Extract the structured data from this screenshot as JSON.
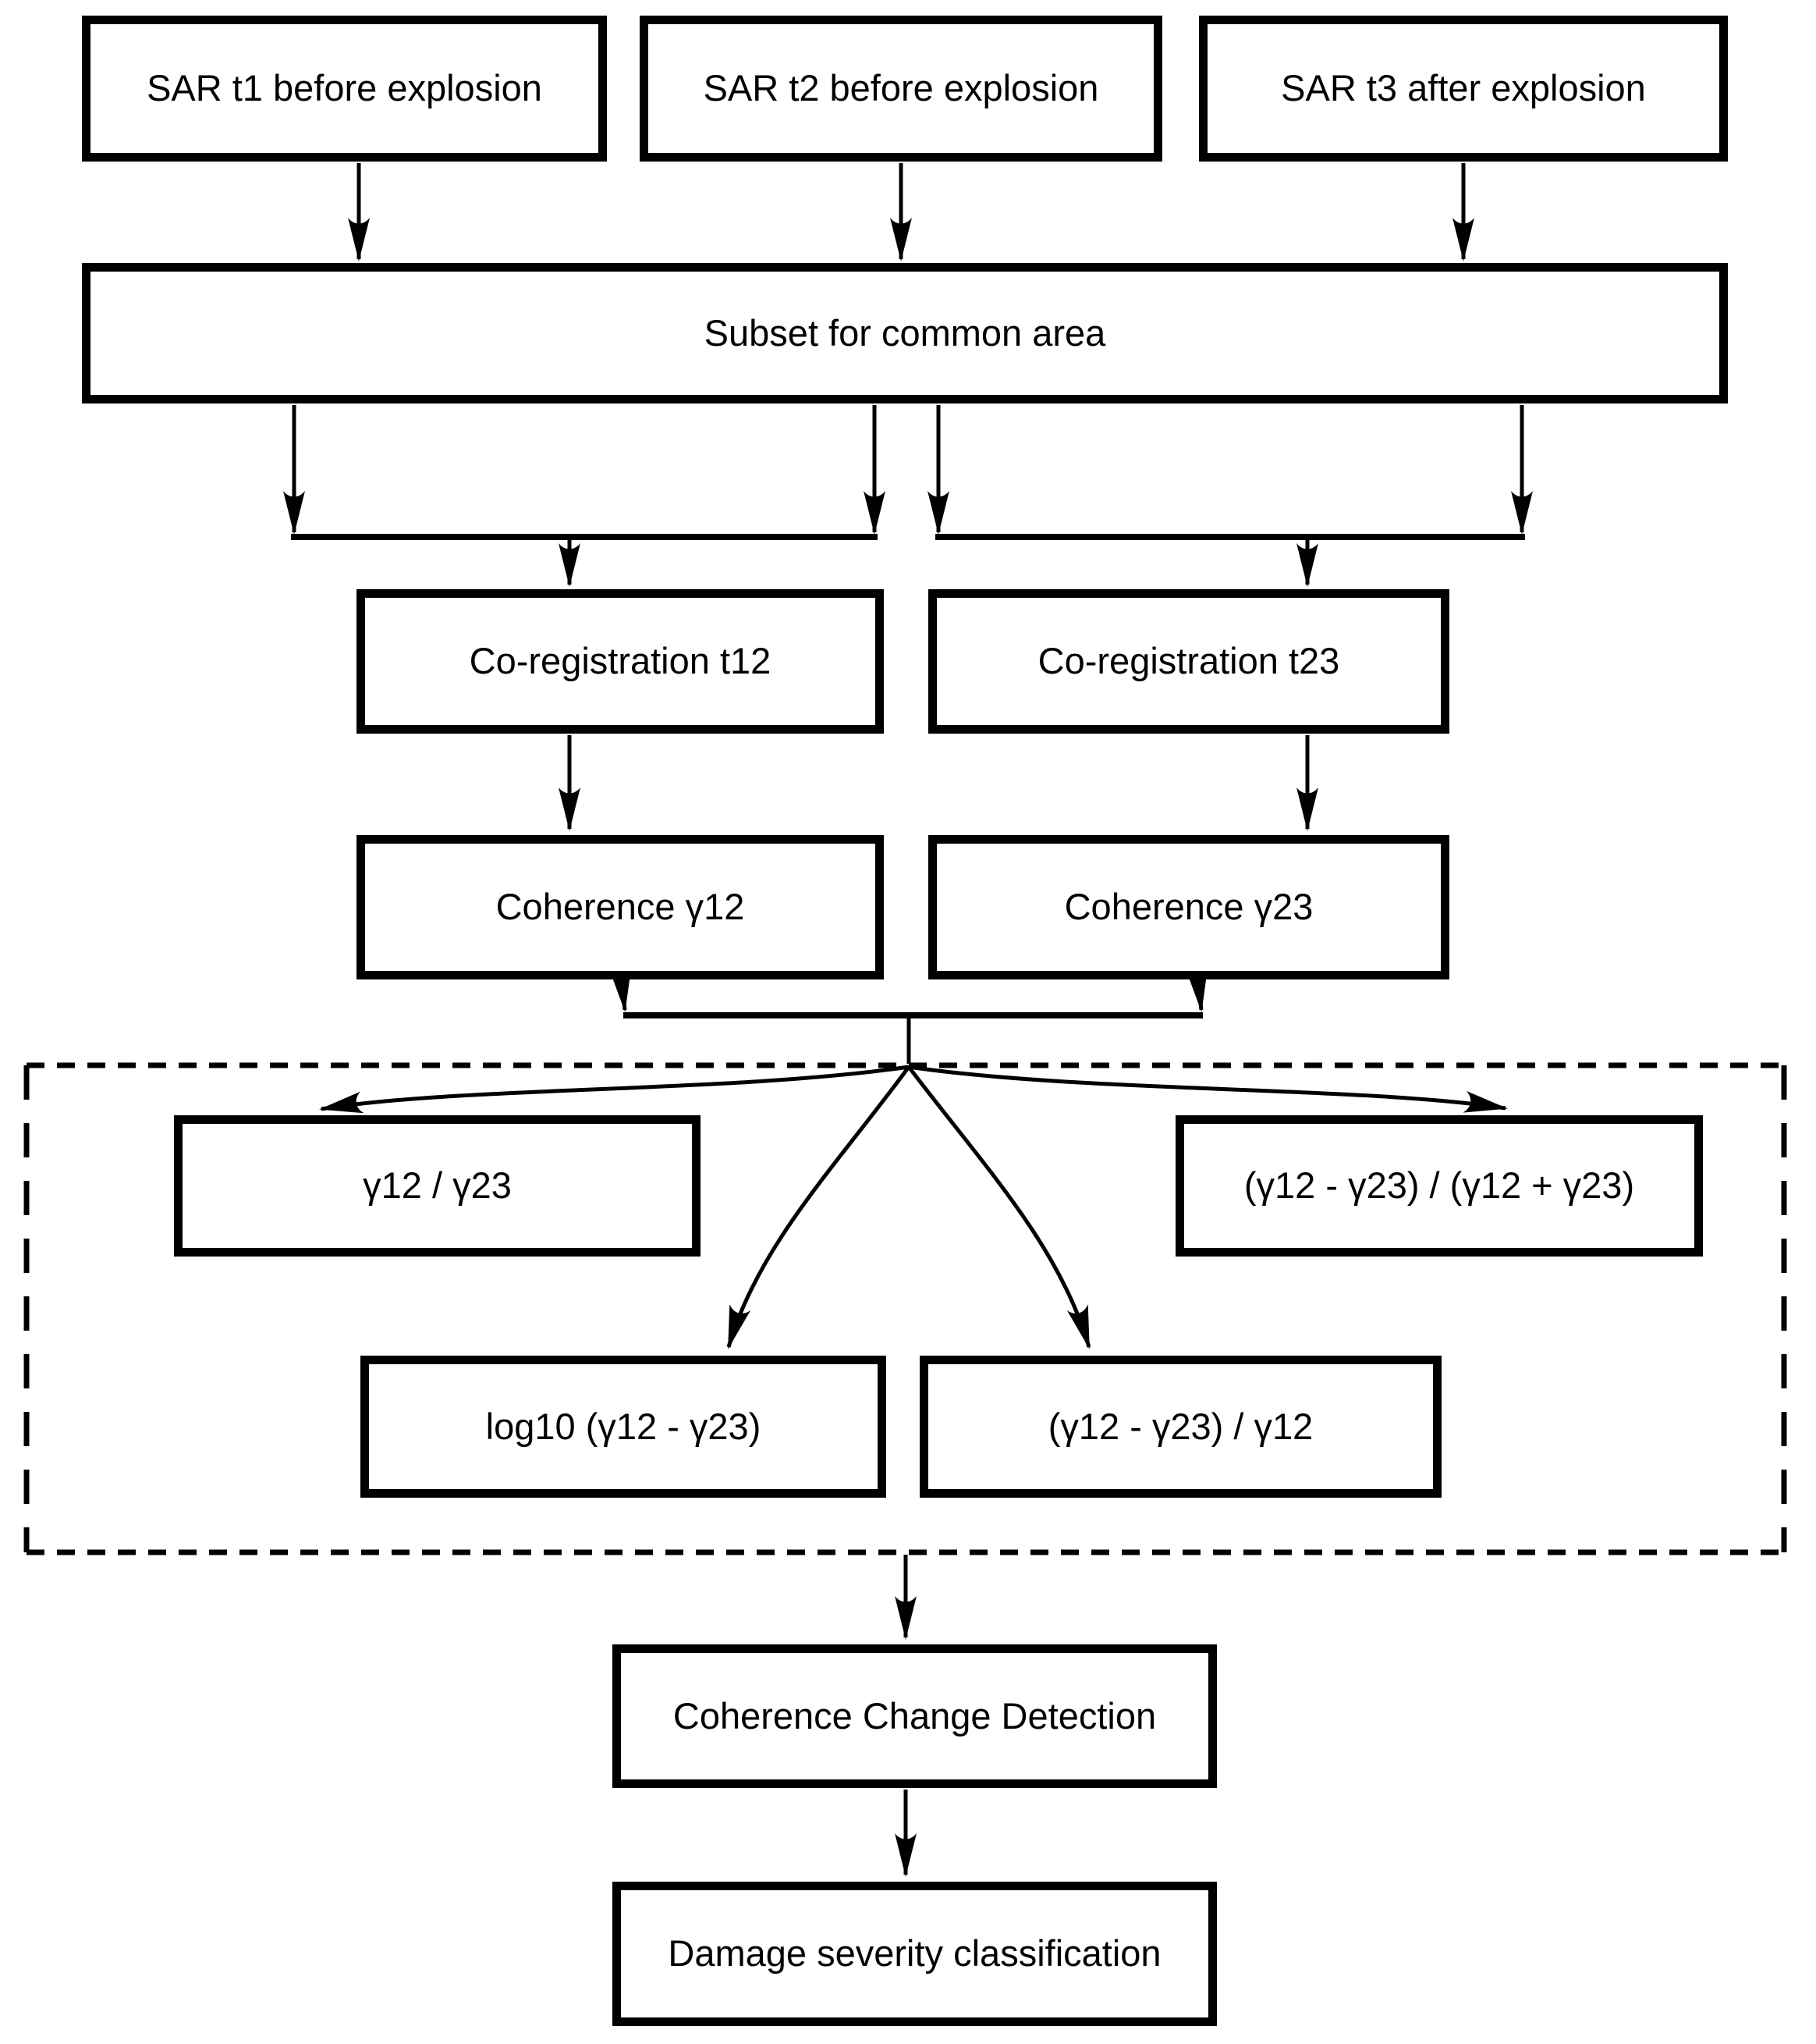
{
  "diagram": {
    "type": "flowchart",
    "description": "SAR coherence change detection processing workflow",
    "colors": {
      "background": "#ffffff",
      "line": "#000000",
      "text": "#000000",
      "node_fill": "#ffffff"
    },
    "nodes": {
      "sar_t1": {
        "label": "SAR t1 before explosion"
      },
      "sar_t2": {
        "label": "SAR t2 before explosion"
      },
      "sar_t3": {
        "label": "SAR t3 after explosion"
      },
      "subset": {
        "label": "Subset for common area"
      },
      "coreg_t12": {
        "label": "Co-registration t12"
      },
      "coreg_t23": {
        "label": "Co-registration t23"
      },
      "coherence_g12": {
        "label": "Coherence γ12"
      },
      "coherence_g23": {
        "label": "Coherence γ23"
      },
      "ratio": {
        "label": "γ12 / γ23"
      },
      "norm_diff": {
        "label": "(γ12 - γ23) / (γ12 + γ23)"
      },
      "log_diff": {
        "label": "log10 (γ12 - γ23)"
      },
      "rel_diff": {
        "label": "(γ12 - γ23) / γ12"
      },
      "ccd": {
        "label": "Coherence Change Detection"
      },
      "classification": {
        "label": "Damage severity classification"
      }
    },
    "edges": [
      {
        "from": "sar_t1",
        "to": "subset"
      },
      {
        "from": "sar_t2",
        "to": "subset"
      },
      {
        "from": "sar_t3",
        "to": "subset"
      },
      {
        "from": "subset",
        "to": "coreg_t12"
      },
      {
        "from": "subset",
        "to": "coreg_t23"
      },
      {
        "from": "coreg_t12",
        "to": "coherence_g12"
      },
      {
        "from": "coreg_t23",
        "to": "coherence_g23"
      },
      {
        "from": "coherence_g12",
        "to": "index_fan_out"
      },
      {
        "from": "coherence_g23",
        "to": "index_fan_out"
      },
      {
        "from": "index_fan_out",
        "to": "ratio"
      },
      {
        "from": "index_fan_out",
        "to": "norm_diff"
      },
      {
        "from": "index_fan_out",
        "to": "log_diff"
      },
      {
        "from": "index_fan_out",
        "to": "rel_diff"
      },
      {
        "from": "index_group",
        "to": "ccd"
      },
      {
        "from": "ccd",
        "to": "classification"
      }
    ],
    "groups": [
      {
        "id": "index_group",
        "style": "dashed",
        "contains": [
          "ratio",
          "norm_diff",
          "log_diff",
          "rel_diff"
        ]
      }
    ]
  }
}
